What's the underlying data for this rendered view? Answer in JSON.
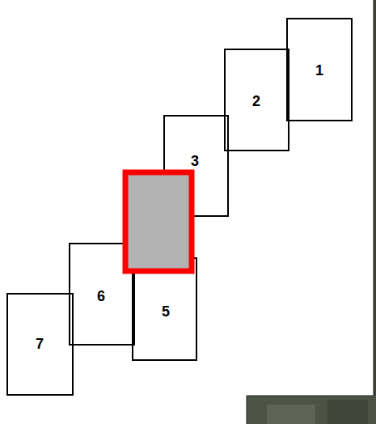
{
  "diagram": {
    "nodes": [
      {
        "text": [
          "1"
        ]
      },
      {
        "text": [
          "2"
        ]
      },
      {
        "text": [
          "3"
        ]
      },
      {
        "text": [
          "5"
        ]
      },
      {
        "text": [
          "6"
        ]
      },
      {
        "text": [
          "7"
        ]
      }
    ]
  }
}
